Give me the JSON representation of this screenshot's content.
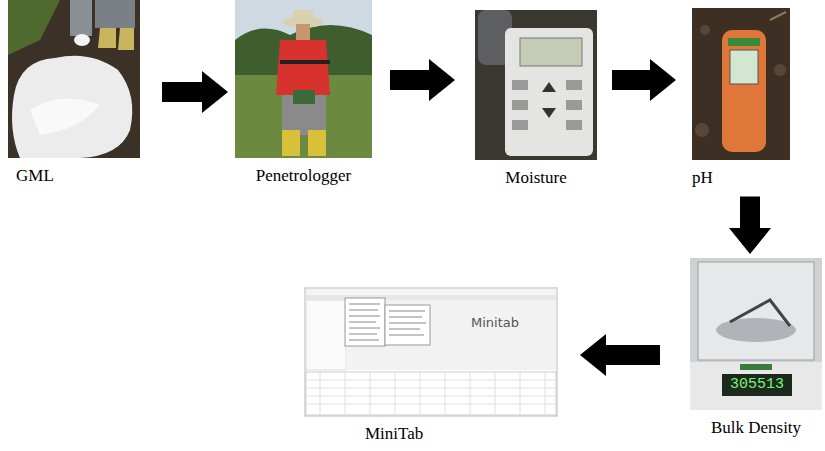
{
  "diagram": {
    "nodes": [
      {
        "text": [
          "GML"
        ]
      },
      {
        "text": [
          "Penetrologger"
        ]
      },
      {
        "text": [
          "Moisture"
        ]
      },
      {
        "text": [
          "pH"
        ]
      },
      {
        "text": [
          "Bulk Density"
        ]
      },
      {
        "text": [
          "MiniTab"
        ]
      }
    ],
    "edges": [
      {
        "from": 0,
        "to": 1,
        "arrow": "to"
      },
      {
        "from": 1,
        "to": 2,
        "arrow": "to"
      },
      {
        "from": 2,
        "to": 3,
        "arrow": "to"
      },
      {
        "from": 3,
        "to": 4,
        "arrow": "to"
      },
      {
        "from": 4,
        "to": 5,
        "arrow": "to"
      }
    ],
    "labels": [
      "305513",
      "Minitab"
    ]
  }
}
